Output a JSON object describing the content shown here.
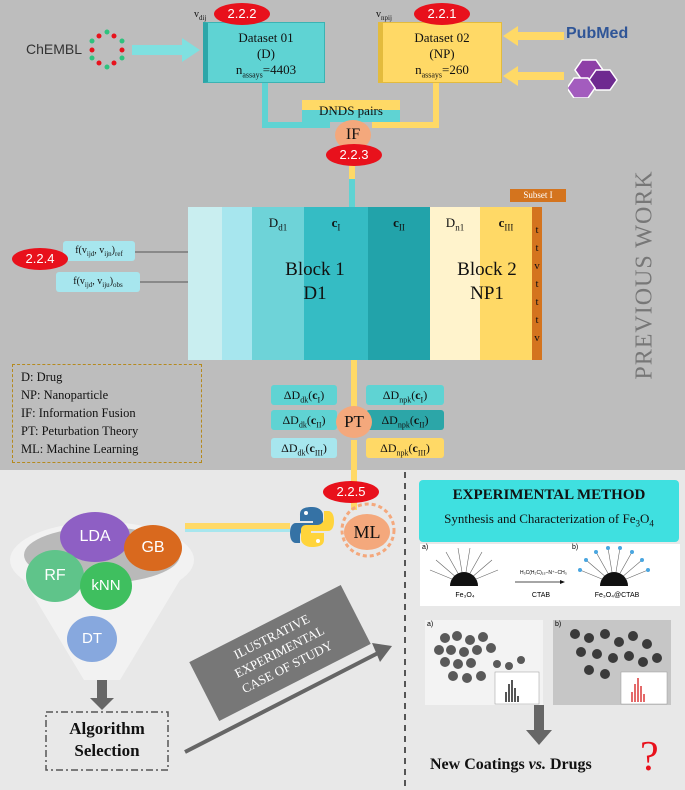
{
  "sources": {
    "chembl": "ChEMBL",
    "pubmed": "PubMed"
  },
  "dataset_d": {
    "tag": "2.2.2",
    "var": "v",
    "var_sub": "dij",
    "title": "Dataset 01",
    "subtitle": "(D)",
    "n_label": "n",
    "n_sub": "assays",
    "n_value": "=4403"
  },
  "dataset_np": {
    "tag": "2.2.1",
    "var": "v",
    "var_sub": "npij",
    "title": "Dataset 02",
    "subtitle": "(NP)",
    "n_label": "n",
    "n_sub": "assays",
    "n_value": "=260"
  },
  "fusion": {
    "pairs_label": "DNDS pairs",
    "if_label": "IF",
    "tag": "2.2.3"
  },
  "left_inputs": {
    "tag": "2.2.4",
    "ref": {
      "f": "f(v",
      "s1": "ijd",
      "m": ", v",
      "s2": "ijn",
      "e": ")",
      "s3": "ref"
    },
    "obs": {
      "f": "f(v",
      "s1": "ijd",
      "m": ", v",
      "s2": "iju",
      "e": ")",
      "s3": "obs"
    }
  },
  "blocks": {
    "d_label": "D",
    "d_sub": "d1",
    "c1_label": "c",
    "c1_sub": "I",
    "c2_label": "c",
    "c2_sub": "II",
    "n_label": "D",
    "n_sub": "n1",
    "c3_label": "c",
    "c3_sub": "III",
    "block1_line1": "Block 1",
    "block1_line2": "D1",
    "block2_line1": "Block 2",
    "block2_line2": "NP1",
    "subset_label": "Subset I",
    "strip_letters": [
      "t",
      "t",
      "v",
      "t",
      "t",
      "t",
      "v"
    ]
  },
  "side_title": "PREVIOUS WORK",
  "legend": [
    "D: Drug",
    "NP: Nanoparticle",
    "IF: Information Fusion",
    "PT: Peturbation Theory",
    "ML: Machine Learning"
  ],
  "pt": {
    "label": "PT",
    "left": [
      {
        "pre": "ΔD",
        "sub": "dk",
        "arg": "c",
        "argsub": "I"
      },
      {
        "pre": "ΔD",
        "sub": "dk",
        "arg": "c",
        "argsub": "II"
      },
      {
        "pre": "ΔD",
        "sub": "dk",
        "arg": "c",
        "argsub": "III"
      }
    ],
    "right": [
      {
        "pre": "ΔD",
        "sub": "npk",
        "arg": "c",
        "argsub": "I"
      },
      {
        "pre": "ΔD",
        "sub": "npk",
        "arg": "c",
        "argsub": "II"
      },
      {
        "pre": "ΔD",
        "sub": "npk",
        "arg": "c",
        "argsub": "III"
      }
    ]
  },
  "ml": {
    "tag": "2.2.5",
    "label": "ML"
  },
  "algorithms": [
    "LDA",
    "GB",
    "RF",
    "kNN",
    "DT"
  ],
  "algorithm_selection": {
    "line1": "Algorithm",
    "line2": "Selection"
  },
  "case_study": {
    "line1": "ILUSTRATIVE",
    "line2": "EXPERIMENTAL",
    "line3": "CASE OF STUDY"
  },
  "experimental": {
    "title": "EXPERIMENTAL METHOD",
    "subtitle_pre": "Synthesis and Characterization of Fe",
    "subtitle_s1": "3",
    "subtitle_mid": "O",
    "subtitle_s2": "4",
    "panel_a": "a)",
    "panel_b": "b)",
    "fe3o4": "Fe₃O₄",
    "ctab": "CTAB",
    "fe3o4_ctab": "Fe₃O₄@CTAB"
  },
  "final": {
    "pre": "New Coatings ",
    "vs": "vs.",
    "post": " Drugs",
    "mark": "?"
  },
  "colors": {
    "teal": "#5fd3d3",
    "dark_teal": "#2ca6a8",
    "yellow": "#ffd966",
    "red": "#e8111c",
    "orange": "#f4a87c",
    "cyan_header": "#3fe0e0"
  }
}
